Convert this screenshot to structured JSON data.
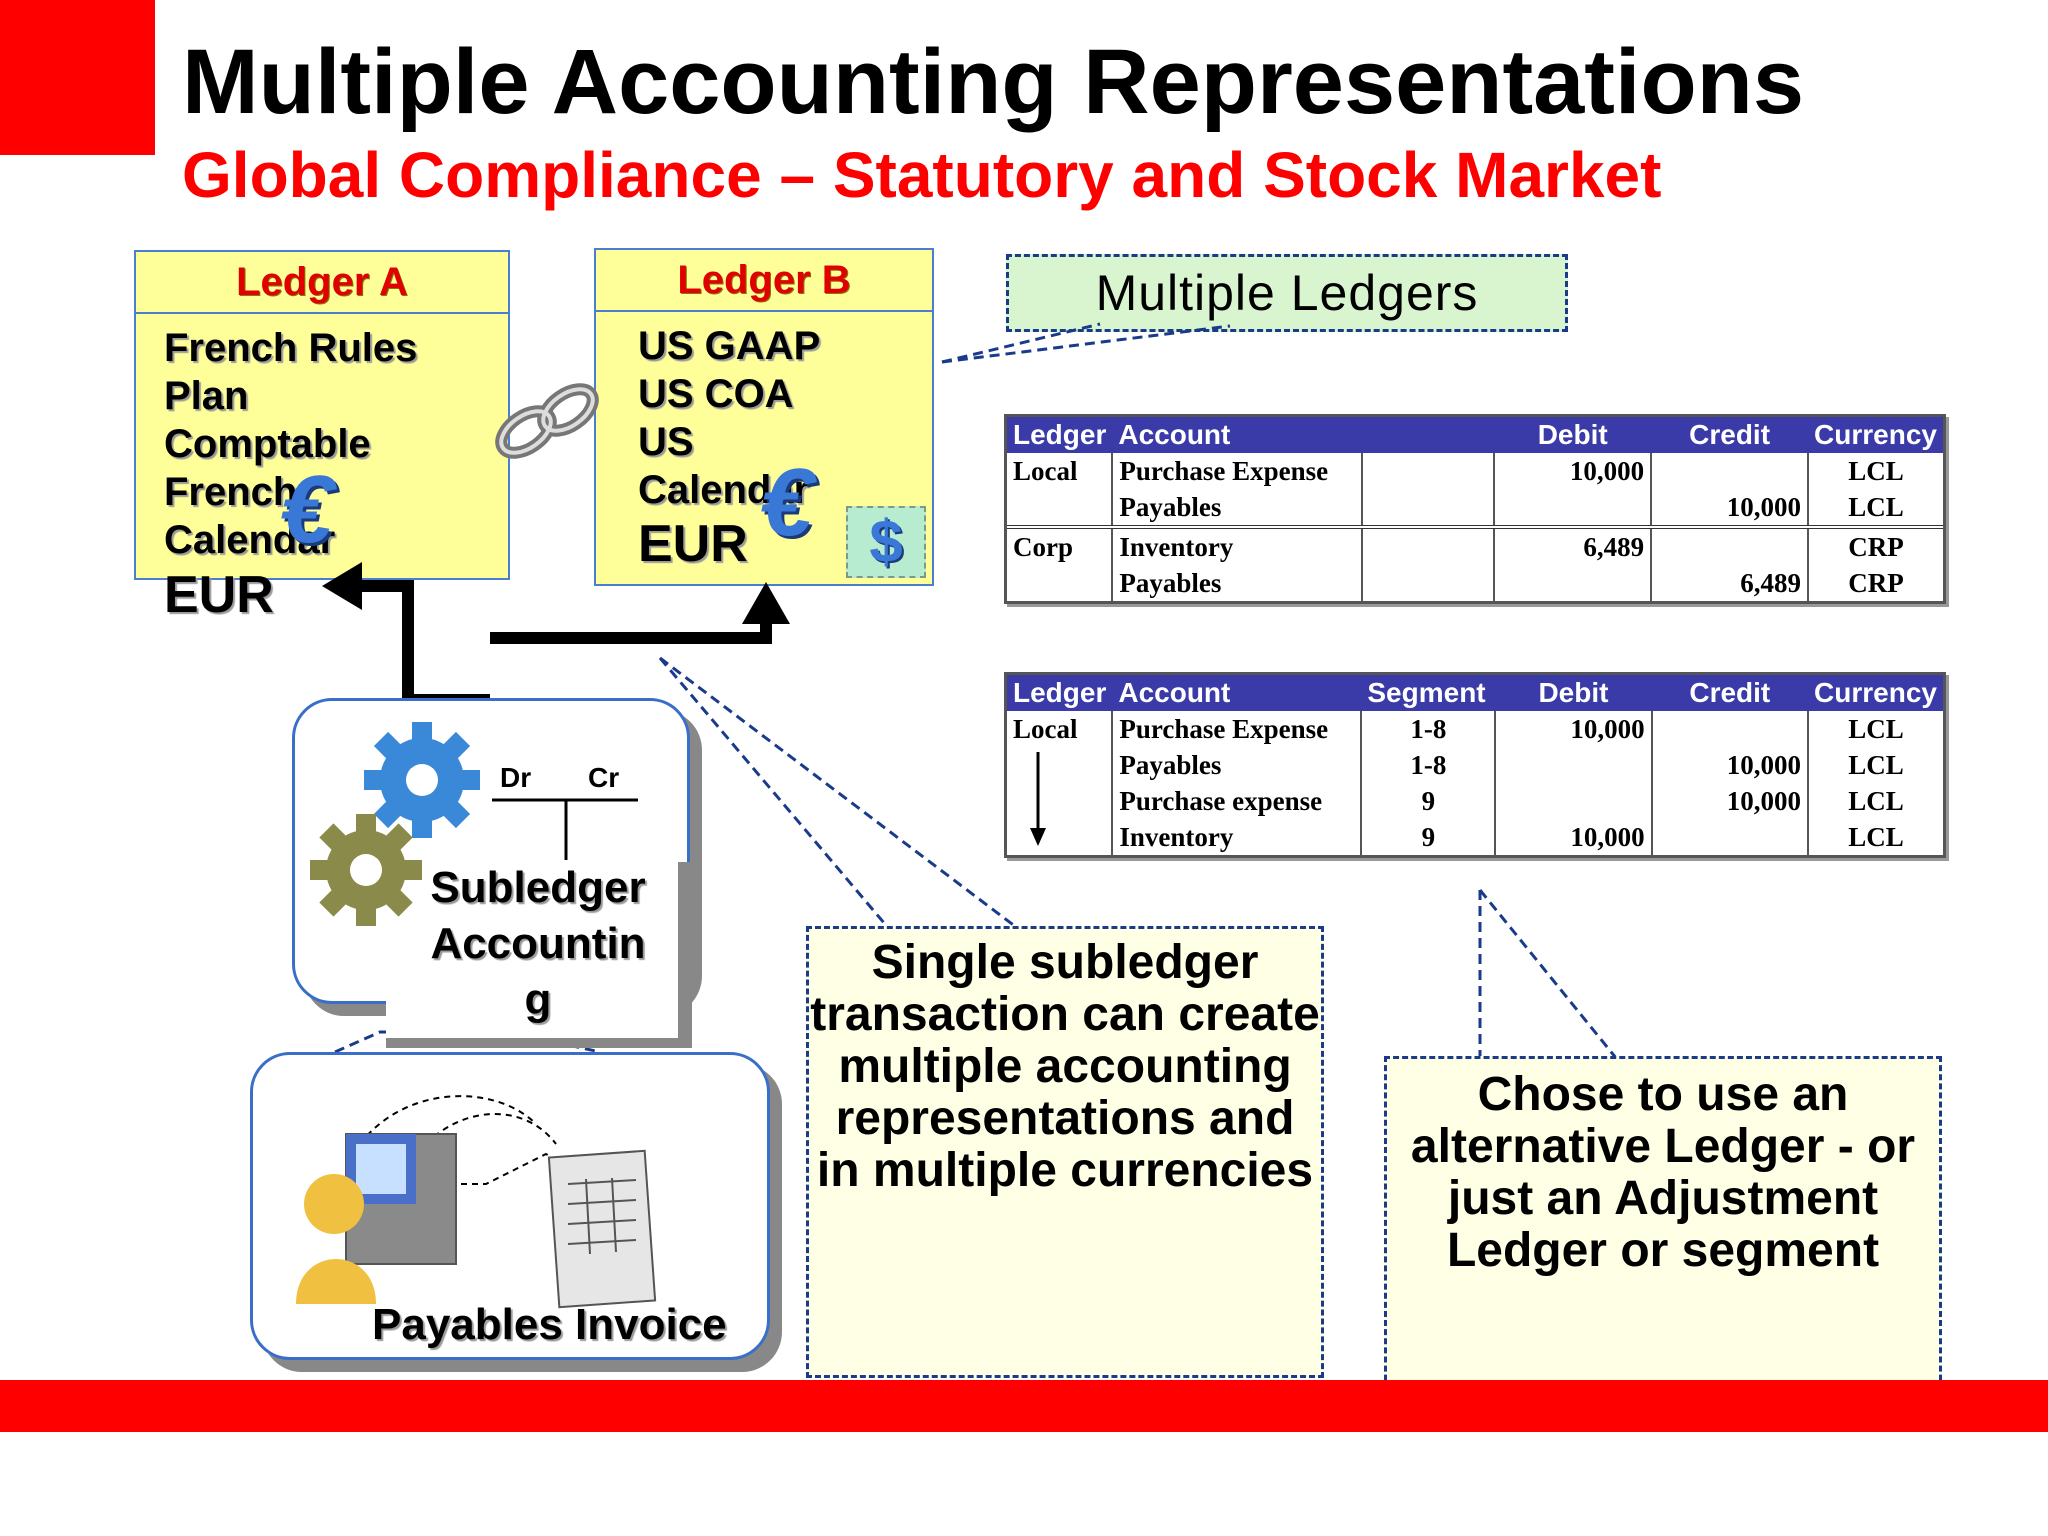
{
  "title": "Multiple Accounting Representations",
  "subtitle": "Global Compliance – Statutory and Stock Market",
  "ledger_a": {
    "header": "Ledger A",
    "lines": [
      "French Rules",
      "Plan",
      "Comptable",
      "French",
      "Calendar"
    ],
    "currency": "EUR"
  },
  "ledger_b": {
    "header": "Ledger B",
    "lines": [
      "US GAAP",
      "US COA",
      "US",
      "Calendar"
    ],
    "currency": "EUR"
  },
  "callouts": {
    "multiple_ledgers": "Multiple Ledgers",
    "single_subledger": "Single subledger transaction can create multiple accounting representations and in multiple currencies",
    "alternative": "Chose to use an alternative Ledger - or just an Adjustment Ledger or segment"
  },
  "subledger": {
    "dr": "Dr",
    "cr": "Cr",
    "label_lines": [
      "Subledger",
      "Accountin",
      "g"
    ]
  },
  "payables_invoice": "Payables Invoice",
  "or_label": "or",
  "table1": {
    "headers": [
      "Ledger",
      "Account",
      "",
      "Debit",
      "Credit",
      "Currency"
    ],
    "rows": [
      [
        "Local",
        "Purchase Expense",
        "",
        "10,000",
        "",
        "LCL"
      ],
      [
        "",
        "Payables",
        "",
        "",
        "10,000",
        "LCL"
      ],
      [
        "Corp",
        "Inventory",
        "",
        "6,489",
        "",
        "CRP"
      ],
      [
        "",
        "Payables",
        "",
        "",
        "6,489",
        "CRP"
      ]
    ]
  },
  "table2": {
    "headers": [
      "Ledger",
      "Account",
      "Segment",
      "Debit",
      "Credit",
      "Currency"
    ],
    "rows": [
      [
        "Local",
        "Purchase Expense",
        "1-8",
        "10,000",
        "",
        "LCL"
      ],
      [
        "",
        "Payables",
        "1-8",
        "",
        "10,000",
        "LCL"
      ],
      [
        "",
        "Purchase expense",
        "9",
        "",
        "10,000",
        "LCL"
      ],
      [
        "",
        "Inventory",
        "9",
        "10,000",
        "",
        "LCL"
      ]
    ]
  },
  "colors": {
    "accent_red": "#ff0000",
    "ledger_fill": "#ffff99",
    "table_header": "#3a3aa8"
  }
}
